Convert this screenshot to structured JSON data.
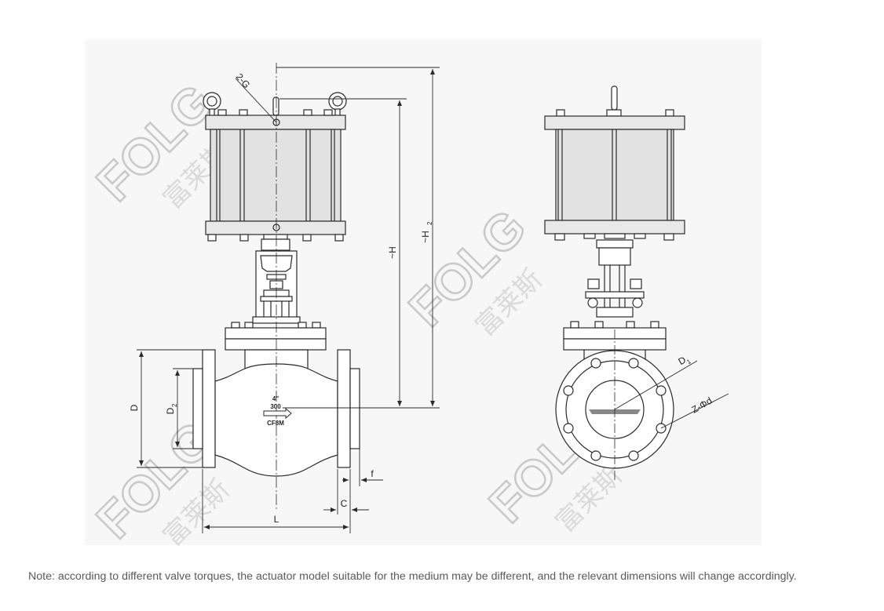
{
  "dimension_labels": {
    "two_g": "2-G",
    "h": "~H",
    "h2": "~H",
    "h2_sub": "2",
    "d": "D",
    "d2": "D",
    "d2_sub": "2",
    "l": "L",
    "c": "C",
    "f": "f",
    "d1": "D",
    "d1_sub": "1",
    "z_phi_d": "Z-Φd"
  },
  "valve_body_marking": {
    "size": "4\"",
    "rating": "300",
    "material": "CF8M"
  },
  "watermark": {
    "text": "FOLG",
    "chinese": "富莱斯"
  },
  "note": "Note: according to different valve torques, the actuator model suitable for the medium may be different, and the relevant dimensions will change accordingly.",
  "colors": {
    "line": "#2a2a2a",
    "actuator_fill": "#e2e2e2",
    "background_panel": "#f7f7f7",
    "watermark": "#c9c9c9"
  }
}
